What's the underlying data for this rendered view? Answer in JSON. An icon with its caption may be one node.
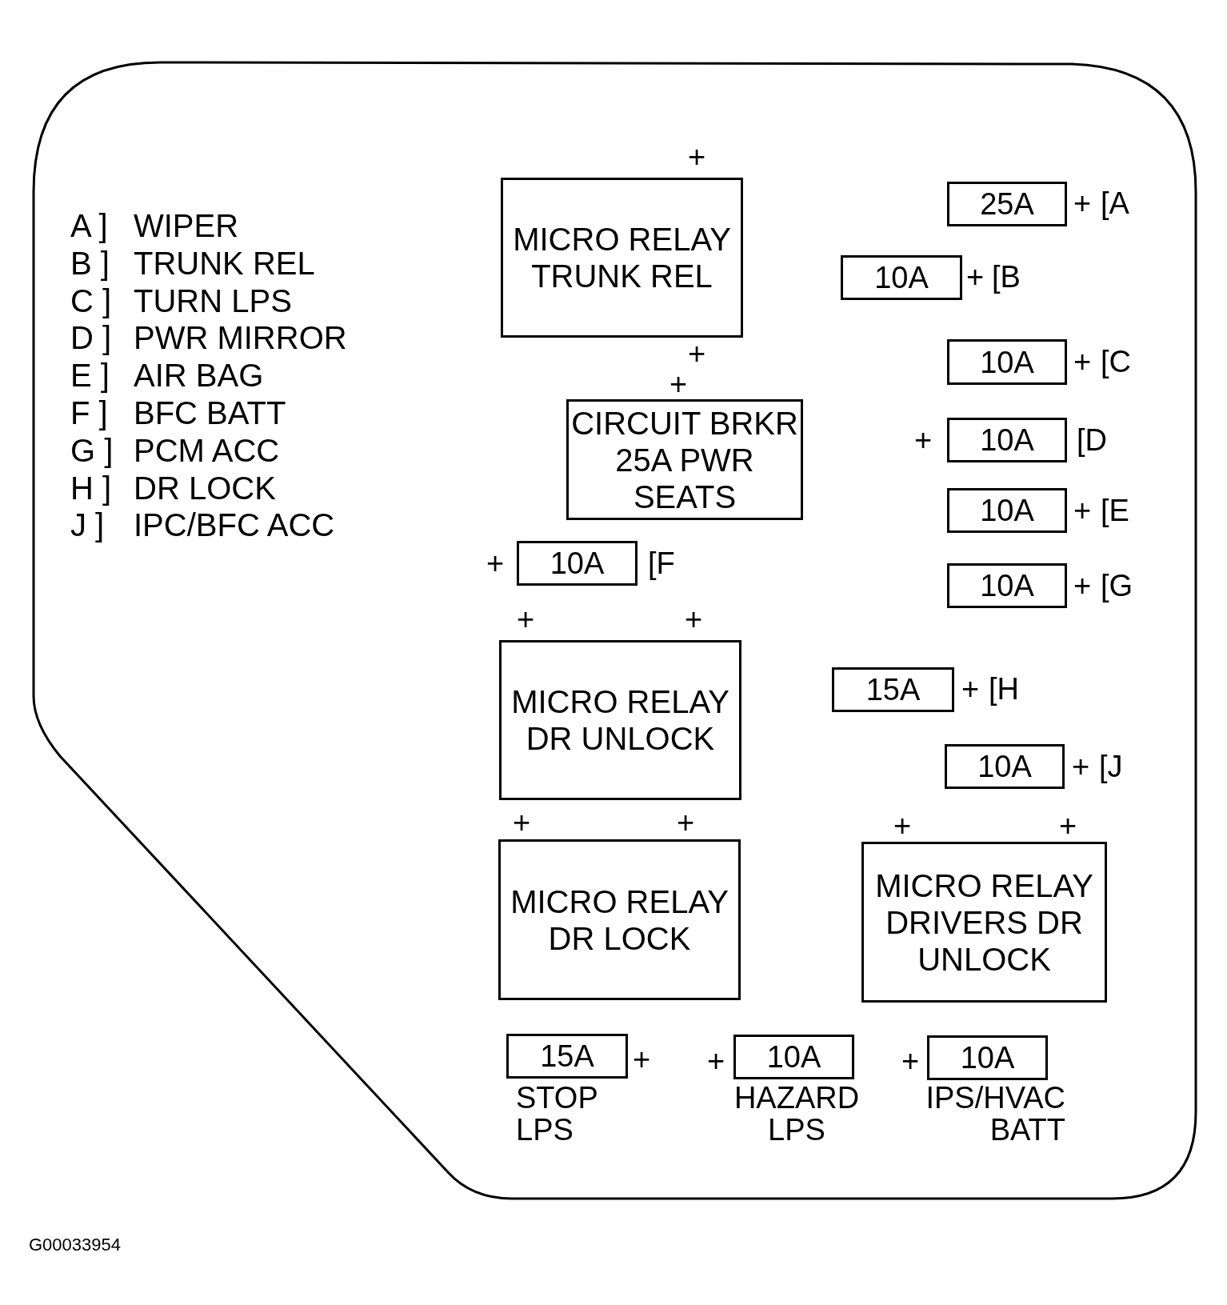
{
  "diagram": {
    "nodes": [
      {
        "text": [
          "MICRO RELAY TRUNK REL"
        ],
        "beside": [
          "+",
          "+"
        ]
      },
      {
        "text": [
          "25A"
        ],
        "beside": [
          "+",
          "[A"
        ]
      },
      {
        "text": [
          "10A"
        ],
        "beside": [
          "+",
          "[B"
        ]
      },
      {
        "text": [
          "10A"
        ],
        "beside": [
          "+",
          "[C"
        ]
      },
      {
        "text": [
          "CIRCUIT BRKR 25A PWR SEATS"
        ],
        "beside": [
          "+"
        ]
      },
      {
        "text": [
          "10A"
        ],
        "beside": [
          "+",
          "[D"
        ]
      },
      {
        "text": [
          "10A"
        ],
        "beside": [
          "+",
          "[E"
        ]
      },
      {
        "text": [
          "10A"
        ],
        "beside": [
          "+",
          "[F"
        ]
      },
      {
        "text": [
          "10A"
        ],
        "beside": [
          "+",
          "[G"
        ]
      },
      {
        "text": [
          "MICRO RELAY DR UNLOCK"
        ],
        "beside": [
          "+",
          "+"
        ]
      },
      {
        "text": [
          "15A"
        ],
        "beside": [
          "+",
          "[H"
        ]
      },
      {
        "text": [
          "10A"
        ],
        "beside": [
          "+",
          "[J"
        ]
      },
      {
        "text": [
          "MICRO RELAY DR LOCK"
        ],
        "beside": [
          "+",
          "+"
        ]
      },
      {
        "text": [
          "MICRO RELAY DRIVERS DR UNLOCK"
        ],
        "beside": [
          "+",
          "+"
        ]
      },
      {
        "text": [
          "15A"
        ],
        "beside": [
          "+",
          "STOP LPS"
        ]
      },
      {
        "text": [
          "10A"
        ],
        "beside": [
          "+",
          "HAZARD LPS"
        ]
      },
      {
        "text": [
          "10A"
        ],
        "beside": [
          "+",
          "IPS/HVAC BATT"
        ]
      }
    ],
    "edges": [],
    "labels": [
      "A ]",
      "WIPER",
      "B ]",
      "TRUNK REL",
      "C ]",
      "TURN LPS",
      "D ]",
      "PWR MIRROR",
      "E ]",
      "AIR BAG",
      "F ]",
      "BFC BATT",
      "G ]",
      "PCM ACC",
      "H ]",
      "DR LOCK",
      "J ]",
      "IPC/BFC ACC",
      "G00033954"
    ]
  }
}
